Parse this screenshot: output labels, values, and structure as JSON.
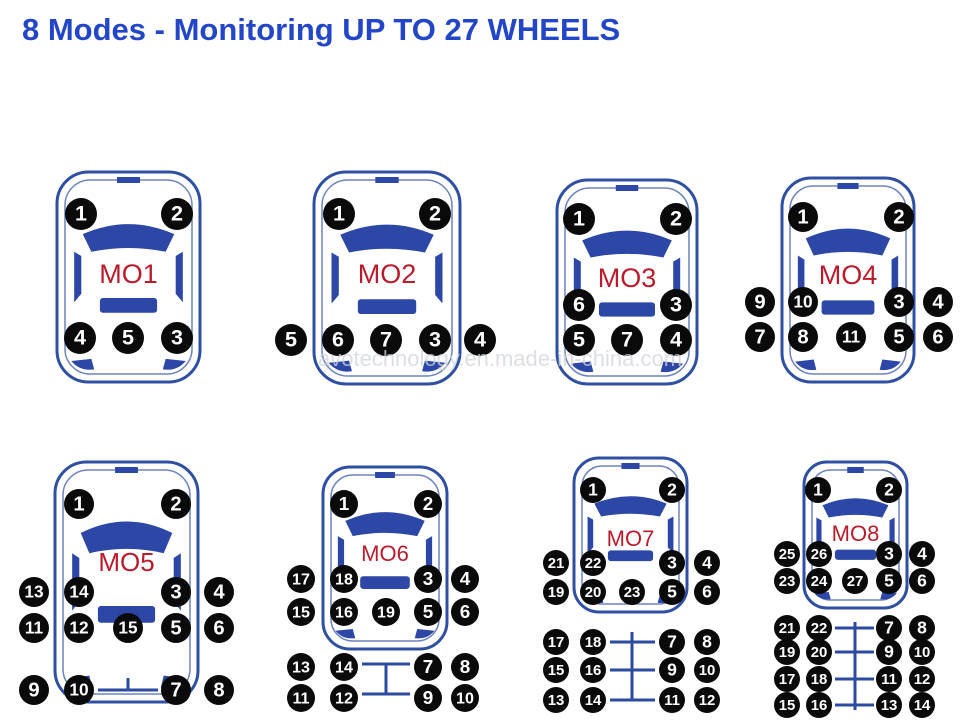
{
  "title": "8 Modes - Monitoring UP TO 27 WHEELS",
  "watermark": "avotechnology.en.made-in-china.com",
  "colors": {
    "title": "#2346c8",
    "outline": "#2f4fa2",
    "window": "#2c47a6",
    "label": "#b81c2c",
    "tire": "#0a0a0a",
    "tire_text": "#ffffff",
    "trailer_line": "#2c4aa0"
  },
  "modes": [
    {
      "id": "MO1",
      "label": "MO1",
      "wheels": [
        "1",
        "2",
        "4",
        "5",
        "3"
      ]
    },
    {
      "id": "MO2",
      "label": "MO2",
      "wheels": [
        "1",
        "2",
        "5",
        "6",
        "7",
        "3",
        "4"
      ]
    },
    {
      "id": "MO3",
      "label": "MO3",
      "wheels": [
        "1",
        "2",
        "6",
        "3",
        "5",
        "7",
        "4"
      ]
    },
    {
      "id": "MO4",
      "label": "MO4",
      "wheels": [
        "1",
        "2",
        "9",
        "10",
        "3",
        "4",
        "7",
        "8",
        "11",
        "5",
        "6"
      ]
    },
    {
      "id": "MO5",
      "label": "MO5",
      "wheels": [
        "1",
        "2",
        "13",
        "14",
        "3",
        "4",
        "11",
        "12",
        "15",
        "5",
        "6",
        "9",
        "10",
        "7",
        "8"
      ]
    },
    {
      "id": "MO6",
      "label": "MO6",
      "wheels": [
        "1",
        "2",
        "17",
        "18",
        "3",
        "4",
        "15",
        "16",
        "19",
        "5",
        "6",
        "13",
        "14",
        "7",
        "8",
        "11",
        "12",
        "9",
        "10"
      ]
    },
    {
      "id": "MO7",
      "label": "MO7",
      "wheels": [
        "1",
        "2",
        "21",
        "22",
        "3",
        "4",
        "19",
        "20",
        "23",
        "5",
        "6",
        "17",
        "18",
        "7",
        "8",
        "15",
        "16",
        "9",
        "10",
        "13",
        "14",
        "11",
        "12"
      ]
    },
    {
      "id": "MO8",
      "label": "MO8",
      "wheels": [
        "1",
        "2",
        "25",
        "26",
        "3",
        "4",
        "23",
        "24",
        "27",
        "5",
        "6",
        "21",
        "22",
        "7",
        "8",
        "19",
        "20",
        "9",
        "10",
        "17",
        "18",
        "11",
        "12",
        "15",
        "16",
        "13",
        "14"
      ]
    }
  ]
}
